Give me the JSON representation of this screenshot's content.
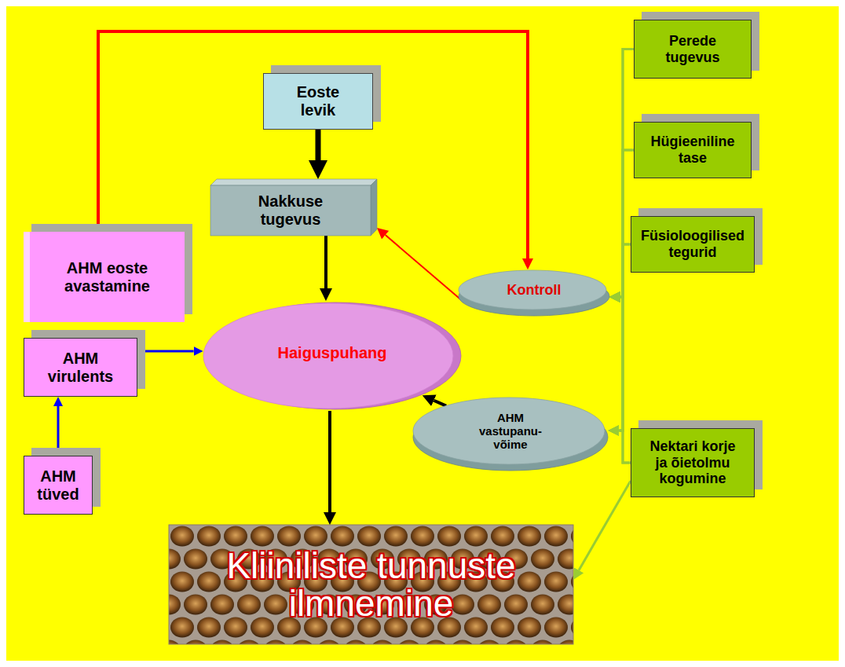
{
  "diagram": {
    "nodes": [
      {
        "text": [
          "Eoste levik"
        ]
      },
      {
        "text": [
          "Perede tugevus"
        ]
      },
      {
        "text": [
          "Nakkuse tugevus"
        ]
      },
      {
        "text": [
          "Hügieeniline tase"
        ]
      },
      {
        "text": [
          "AHM eoste avastamine"
        ]
      },
      {
        "text": [
          "Kontroll"
        ]
      },
      {
        "text": [
          "Füsioloogilised tegurid"
        ]
      },
      {
        "text": [
          "Haiguspuhang"
        ]
      },
      {
        "text": [
          "AHM virulents"
        ]
      },
      {
        "text": [
          "AHM vastupanu- võime"
        ]
      },
      {
        "text": [
          "Nektari korje ja õietolmu kogumine"
        ]
      },
      {
        "text": [
          "AHM tüved"
        ]
      },
      {
        "text": [
          "Kliiniliste tunnuste ilmnemine"
        ]
      }
    ],
    "edges": [
      {
        "from": 0,
        "to": 2,
        "arrow": "to"
      },
      {
        "from": 2,
        "to": 7,
        "arrow": "to"
      },
      {
        "from": 7,
        "to": 12,
        "arrow": "to"
      },
      {
        "from": 4,
        "to": 5,
        "arrow": "to"
      },
      {
        "from": 5,
        "to": 2,
        "arrow": "to"
      },
      {
        "from": 8,
        "to": 7,
        "arrow": "to"
      },
      {
        "from": 11,
        "to": 8,
        "arrow": "to"
      },
      {
        "from": 9,
        "to": 7,
        "arrow": "to"
      },
      {
        "from": 1,
        "to": 5,
        "arrow": "to"
      },
      {
        "from": 3,
        "to": 5,
        "arrow": "to"
      },
      {
        "from": 6,
        "to": 5,
        "arrow": "to"
      },
      {
        "from": 10,
        "to": 5,
        "arrow": "to"
      },
      {
        "from": 1,
        "to": 9,
        "arrow": "to"
      },
      {
        "from": 3,
        "to": 9,
        "arrow": "to"
      },
      {
        "from": 6,
        "to": 9,
        "arrow": "to"
      },
      {
        "from": 10,
        "to": 9,
        "arrow": "to"
      },
      {
        "from": 10,
        "to": 12,
        "arrow": "to"
      }
    ]
  }
}
